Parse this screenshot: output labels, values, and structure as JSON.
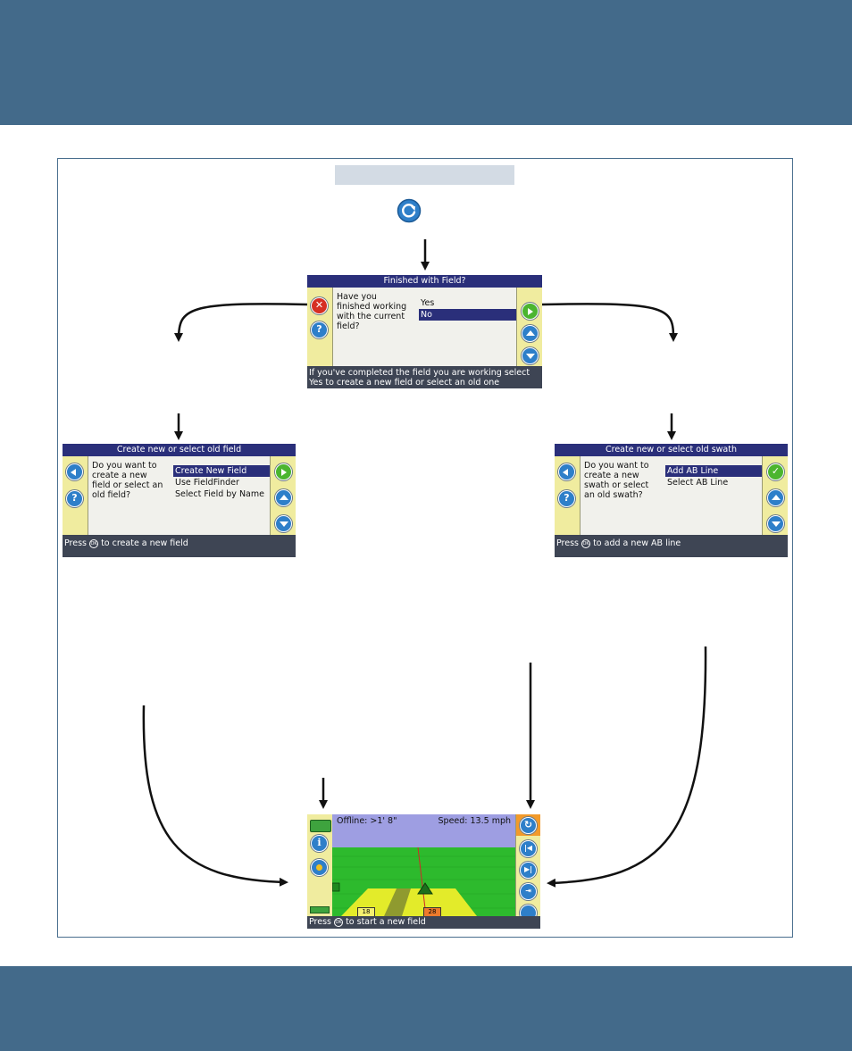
{
  "refresh_icon": "refresh-icon",
  "dialog_top": {
    "title": "Finished with Field?",
    "question": [
      "Have you",
      "finished working",
      "with the current",
      "field?"
    ],
    "options": [
      "Yes",
      "No"
    ],
    "selected": 1,
    "status": [
      "If you've completed the field you are working select",
      "Yes to create a new field or select an old one"
    ]
  },
  "dialog_left": {
    "title": "Create new or select old field",
    "question": [
      "Do you want to",
      "create a new",
      "field or select an",
      "old field?"
    ],
    "options": [
      "Create New Field",
      "Use FieldFinder",
      "Select Field by Name"
    ],
    "selected": 0,
    "status_before": "Press",
    "status_after": "to create a new field"
  },
  "dialog_right": {
    "title": "Create new or select old swath",
    "question": [
      "Do you want to",
      "create a new",
      "swath or select",
      "an old swath?"
    ],
    "options": [
      "Add AB Line",
      "Select AB Line"
    ],
    "selected": 0,
    "status_before": "Press",
    "status_after": "to add a new AB line"
  },
  "guidance_screen": {
    "offline": "Offline: >1' 8\"",
    "speed": "Speed: 13.5 mph",
    "swath_left": "18",
    "swath_right": "28",
    "status_before": "Press",
    "status_after": "to start a new field"
  },
  "colors": {
    "band": "#436a8a",
    "title_bar": "#2a2f7a",
    "side_panel": "#f0ec9f",
    "sky": "#9e9ee2",
    "field": "#2dba2d"
  }
}
